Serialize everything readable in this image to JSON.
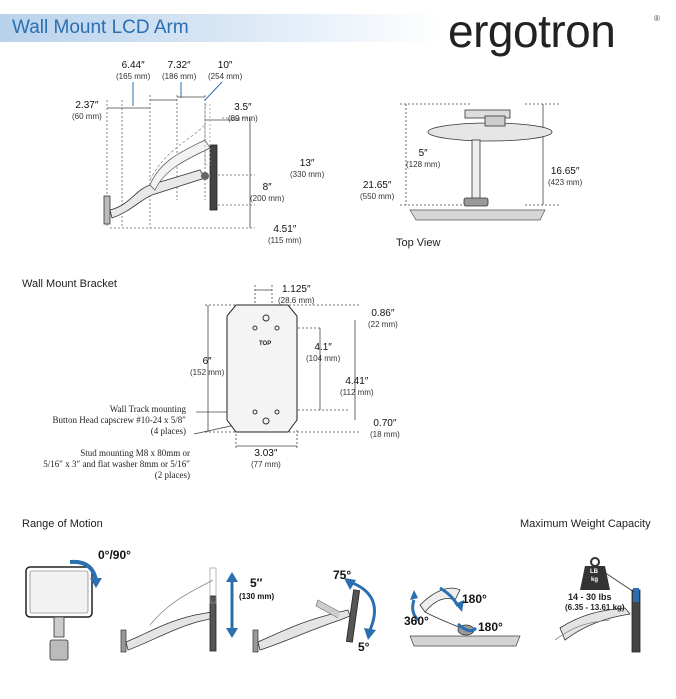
{
  "header": {
    "title": "Wall Mount LCD Arm",
    "logo": "ergotron",
    "reg": "®"
  },
  "side_view": {
    "dims": [
      {
        "v": "6.44″",
        "mm": "(165 mm)"
      },
      {
        "v": "7.32″",
        "mm": "(186 mm)"
      },
      {
        "v": "10″",
        "mm": "(254 mm)"
      },
      {
        "v": "2.37″",
        "mm": "(60 mm)"
      },
      {
        "v": "3.5″",
        "mm": "(89 mm)"
      },
      {
        "v": "13″",
        "mm": "(330 mm)"
      },
      {
        "v": "8″",
        "mm": "(200 mm)"
      },
      {
        "v": "4.51″",
        "mm": "(115 mm)"
      }
    ]
  },
  "top_view": {
    "label": "Top View",
    "dims": [
      {
        "v": "5″",
        "mm": "(128 mm)"
      },
      {
        "v": "21.65″",
        "mm": "(550 mm)"
      },
      {
        "v": "16.65″",
        "mm": "(423 mm)"
      }
    ]
  },
  "bracket": {
    "label": "Wall Mount Bracket",
    "top_text": "TOP",
    "dims": [
      {
        "v": "1.125″",
        "mm": "(28.6 mm)"
      },
      {
        "v": "0.86″",
        "mm": "(22 mm)"
      },
      {
        "v": "6″",
        "mm": "(152 mm)"
      },
      {
        "v": "4.1″",
        "mm": "(104 mm)"
      },
      {
        "v": "4.41″",
        "mm": "(112 mm)"
      },
      {
        "v": "0.70″",
        "mm": "(18 mm)"
      },
      {
        "v": "3.03″",
        "mm": "(77 mm)"
      }
    ],
    "notes": [
      {
        "lines": [
          "Wall Track mounting",
          "Button Head capscrew #10-24 x 5/8″",
          "(4 places)"
        ]
      },
      {
        "lines": [
          "Stud mounting M8 x 80mm or",
          "5/16″ x 3″ and flat washer 8mm or 5/16″",
          "(2 places)"
        ]
      }
    ]
  },
  "range_of_motion": {
    "label": "Range of Motion",
    "rotation": "0°/90°",
    "lift": "5″",
    "lift_mm": "(130 mm)",
    "tilt_up": "75°",
    "tilt_down": "5°",
    "pan1": "180°",
    "pan2": "360°",
    "pan3": "180°"
  },
  "weight": {
    "label": "Maximum Weight Capacity",
    "icon_top": "LB",
    "icon_bottom": "kg",
    "range": "14 - 30 lbs",
    "range_kg": "(6.35 - 13.61 kg)"
  },
  "icons": [
    "rotate-arrow-icon",
    "lift-arrow-icon",
    "tilt-arrow-icon",
    "pan-arrow-icon",
    "weight-icon"
  ],
  "colors": {
    "title": "#2a6fb0",
    "arrow": "#2a6fb0",
    "gold": "#e8b300"
  }
}
